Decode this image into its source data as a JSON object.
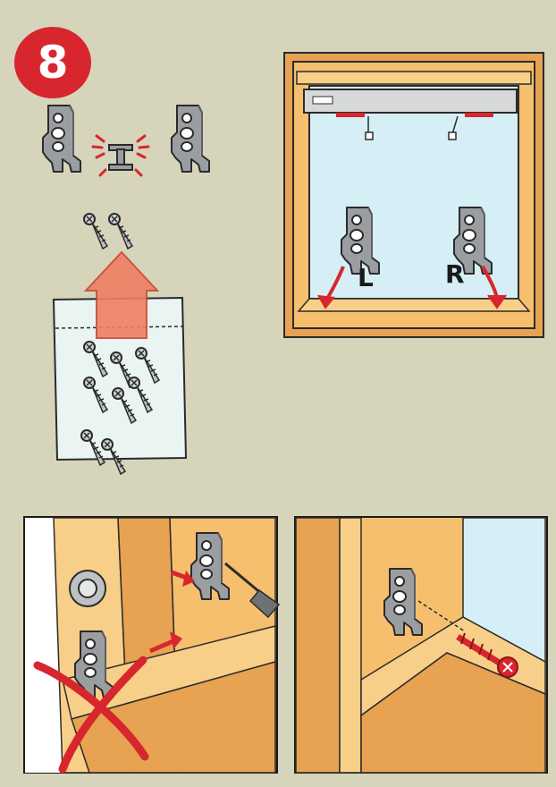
{
  "step": {
    "number": "8"
  },
  "window": {
    "left_label": "L",
    "right_label": "R"
  },
  "colors": {
    "background": "#d7d4bc",
    "badge_red": "#d7262e",
    "wood": "#f5bf6e",
    "wood_dark": "#e7a252",
    "glass": "#d6eef6",
    "bracket_gray": "#9b9ea1",
    "screw_red": "#d7262e"
  },
  "icons": [
    "bracket-icon",
    "screw-icon",
    "screw-bag-icon",
    "up-arrow-icon",
    "screwdriver-icon",
    "cross-out-icon"
  ]
}
